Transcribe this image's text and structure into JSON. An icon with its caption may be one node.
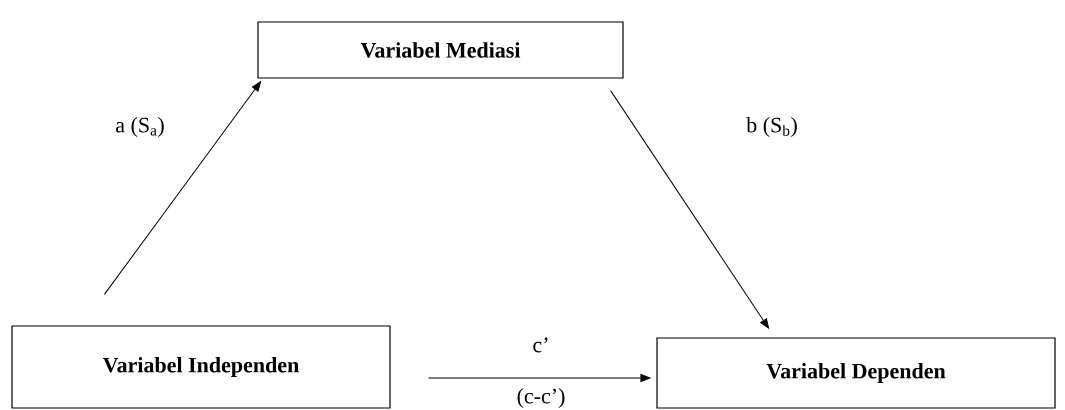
{
  "diagram": {
    "nodes": [
      {
        "text": [
          "Variabel Mediasi"
        ]
      },
      {
        "text": [
          "Variabel Independen"
        ]
      },
      {
        "text": [
          "Variabel Dependen"
        ]
      }
    ],
    "edges": [
      {
        "from": 1,
        "to": 0,
        "arrow": "to",
        "label": "a (S$_{a}$)"
      },
      {
        "from": 0,
        "to": 2,
        "arrow": "to",
        "label": "b (S$_{b}$)"
      },
      {
        "from": 1,
        "to": 2,
        "arrow": "to",
        "label": "c’"
      }
    ],
    "labels": [
      "(c-c’)"
    ]
  }
}
